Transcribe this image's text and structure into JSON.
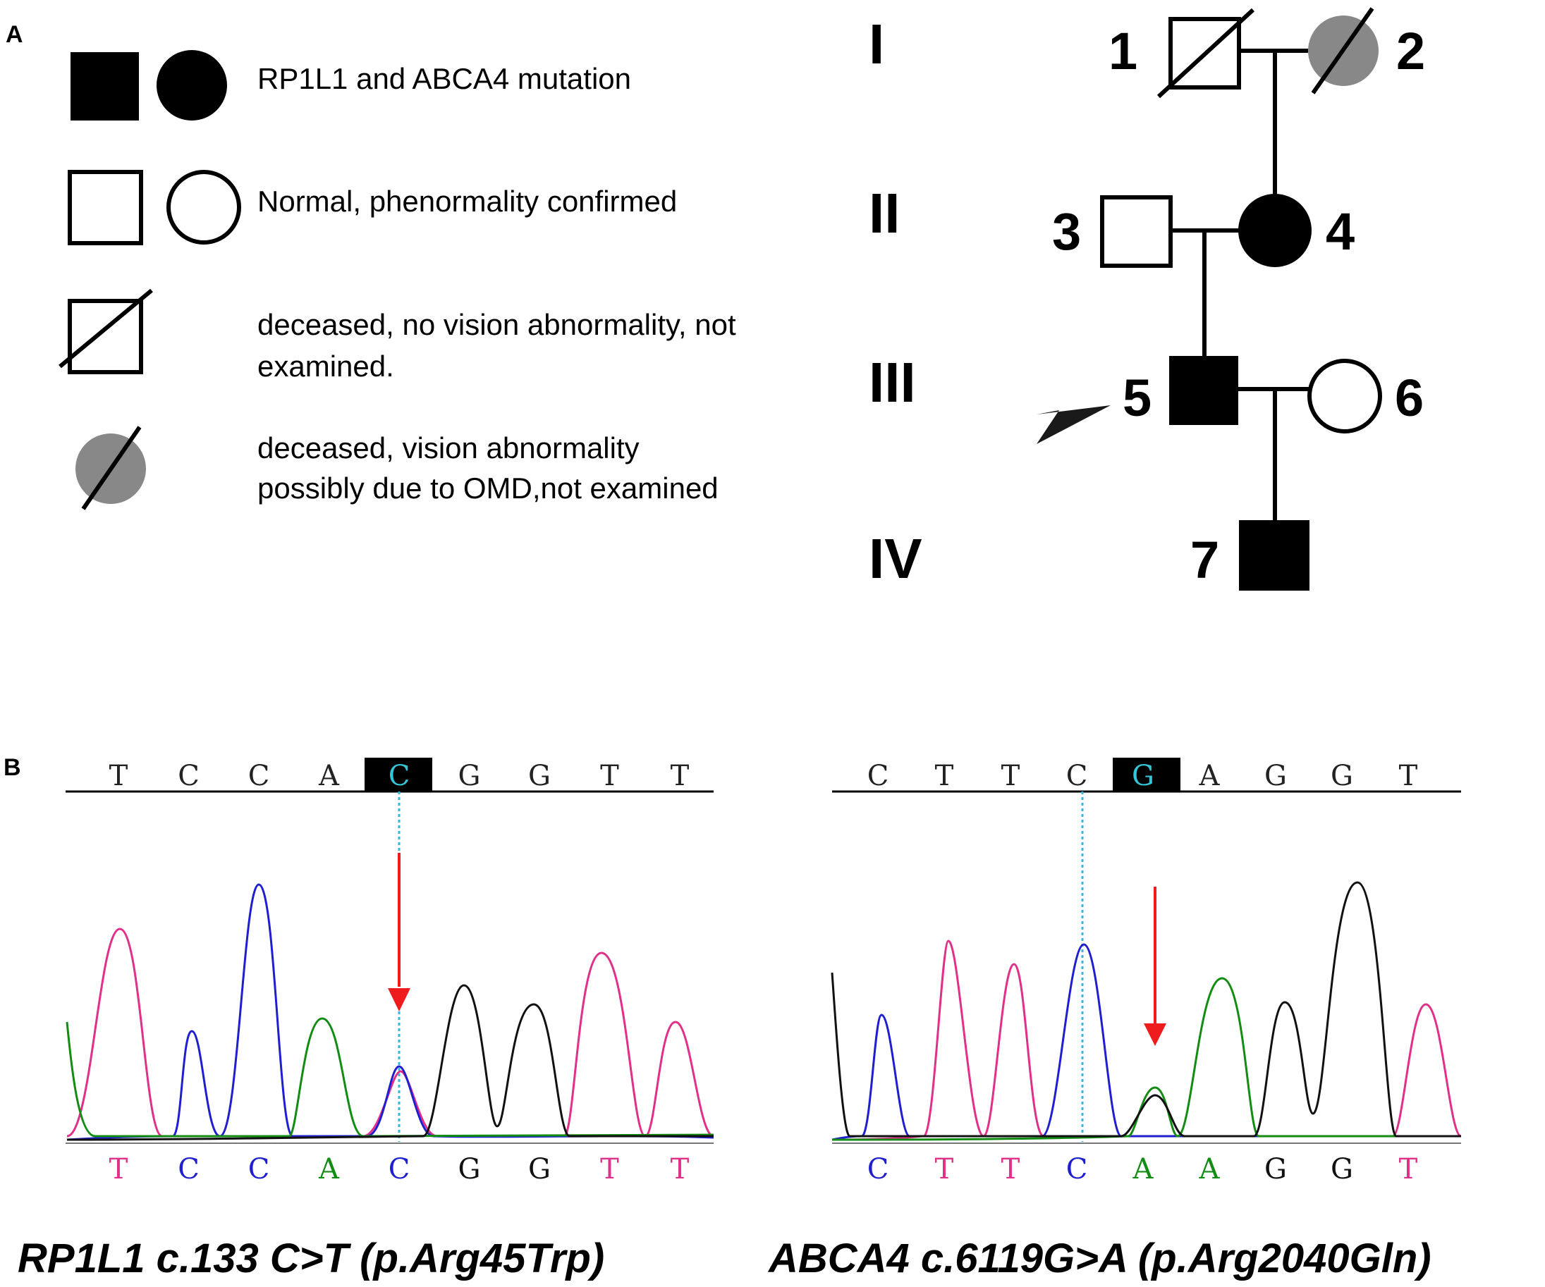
{
  "panel_a": {
    "label": "A",
    "legend": [
      {
        "text": "RP1L1 and ABCA4 mutation"
      },
      {
        "text": "Normal, phenormality confirmed"
      },
      {
        "text_line1": "deceased, no vision abnormality, not",
        "text_line2": "examined."
      },
      {
        "text_line1": "deceased, vision abnormality",
        "text_line2": "possibly due to OMD,not examined"
      }
    ],
    "generations": [
      "I",
      "II",
      "III",
      "IV"
    ],
    "individuals": [
      "1",
      "2",
      "3",
      "4",
      "5",
      "6",
      "7"
    ]
  },
  "panel_b": {
    "label": "B",
    "left": {
      "reference": [
        "T",
        "C",
        "C",
        "A",
        "C",
        "G",
        "G",
        "T",
        "T"
      ],
      "called": [
        "T",
        "C",
        "C",
        "A",
        "C",
        "G",
        "G",
        "T",
        "T"
      ],
      "highlight_index": 4,
      "caption": "RP1L1 c.133 C>T (p.Arg45Trp)"
    },
    "right": {
      "reference": [
        "C",
        "T",
        "T",
        "C",
        "G",
        "A",
        "G",
        "G",
        "T"
      ],
      "called": [
        "C",
        "T",
        "T",
        "C",
        "A",
        "A",
        "G",
        "G",
        "T"
      ],
      "highlight_index": 4,
      "caption": "ABCA4 c.6119G>A (p.Arg2040Gln)"
    }
  },
  "colors": {
    "affected": "#000000",
    "possible_affected": "#888888",
    "A": "#128c12",
    "C": "#1f1fd0",
    "G": "#111111",
    "T": "#e0308a",
    "arrow": "#ee1c1c",
    "guide": "#33b6e6",
    "highlight_text": "#33c6d6"
  }
}
